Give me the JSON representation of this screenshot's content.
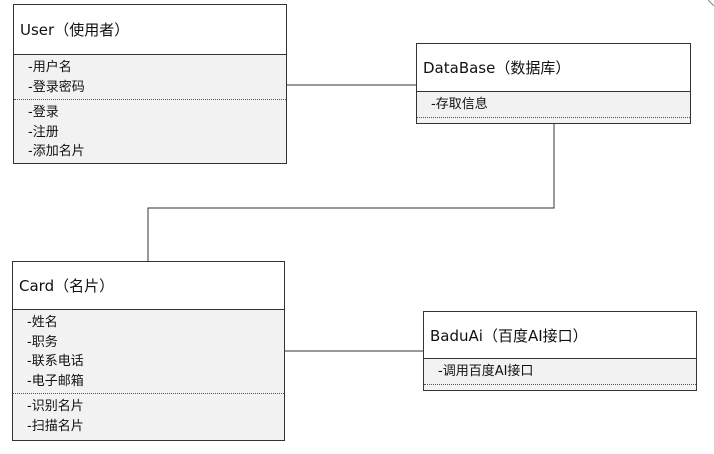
{
  "classes": {
    "user": {
      "title": "User（使用者）",
      "attributes": [
        "-用户名",
        "-登录密码"
      ],
      "methods": [
        "-登录",
        "-注册",
        "-添加名片"
      ]
    },
    "database": {
      "title": "DataBase（数据库）",
      "attributes": [
        "-存取信息"
      ],
      "methods": []
    },
    "card": {
      "title": "Card（名片）",
      "attributes": [
        "-姓名",
        "-职务",
        "-联系电话",
        "-电子邮箱"
      ],
      "methods": [
        "-识别名片",
        "-扫描名片"
      ]
    },
    "baidu": {
      "title": "BaduAi（百度AI接口）",
      "attributes": [
        "-调用百度AI接口"
      ],
      "methods": []
    }
  },
  "colors": {
    "border": "#333333",
    "compartment_fill": "#f2f2f2",
    "connector": "#333333"
  }
}
